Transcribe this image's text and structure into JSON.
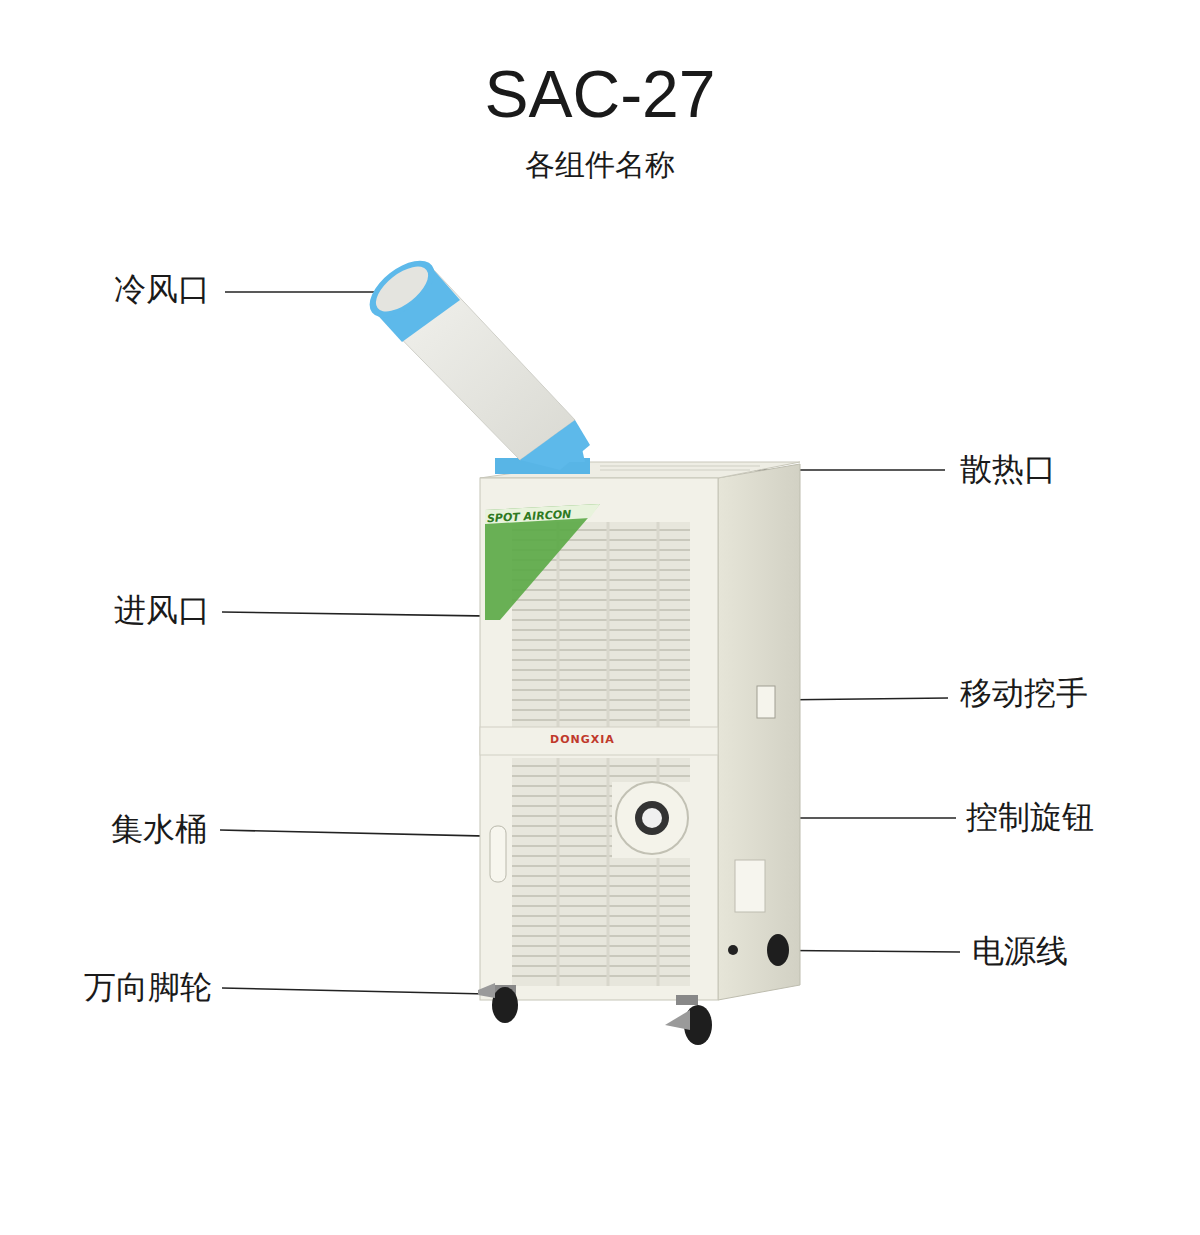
{
  "diagram": {
    "title": "SAC-27",
    "labels": [
      "各组件名称",
      "冷风口",
      "进风口",
      "集水桶",
      "万向脚轮",
      "散热口",
      "移动挖手",
      "控制旋钮",
      "电源线",
      "SPOT AIRCON",
      "DONGXIA"
    ]
  }
}
